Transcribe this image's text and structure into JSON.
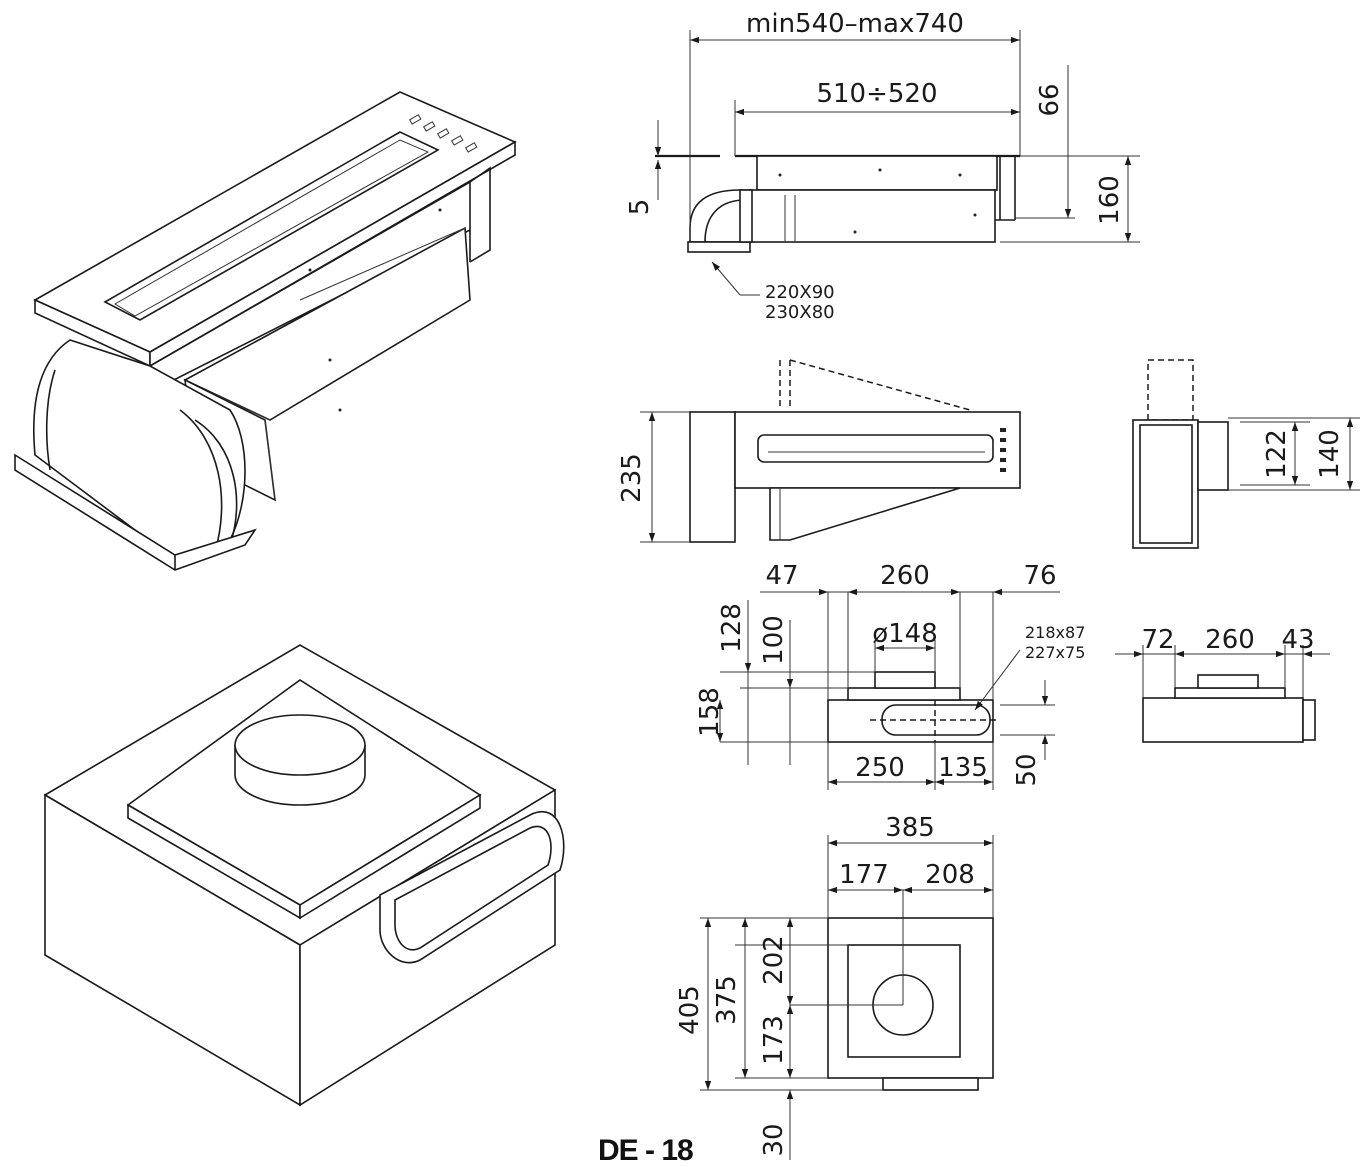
{
  "page": {
    "label": "DE - 18"
  },
  "side_view": {
    "overall_width": "min540–max740",
    "inner_width": "510÷520",
    "top_height": "66",
    "plate_thickness": "5",
    "total_height": "160",
    "outlet_line1": "220X90",
    "outlet_line2": "230X80"
  },
  "top_view": {
    "depth": "235",
    "side_inner": "122",
    "side_outer": "140"
  },
  "front_view": {
    "left_offset": "47",
    "center_span": "260",
    "right_offset": "76",
    "height_128": "128",
    "height_100": "100",
    "height_158": "158",
    "diameter": "ø148",
    "outlet_line1": "218x87",
    "outlet_line2": "227x75",
    "bottom_left": "250",
    "bottom_right": "135",
    "outlet_height": "50",
    "side_left": "72",
    "side_center": "260",
    "side_right": "43"
  },
  "plan_view": {
    "width": "385",
    "left_part": "177",
    "right_part": "208",
    "outer_depth": "405",
    "inner_depth": "375",
    "upper_part": "202",
    "lower_part": "173",
    "bottom_offset": "30"
  }
}
